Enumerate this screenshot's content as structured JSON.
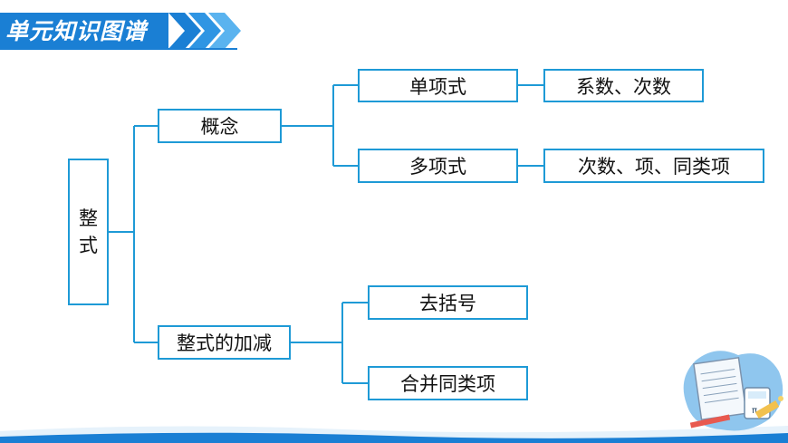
{
  "header": {
    "title": "单元知识图谱"
  },
  "diagram": {
    "root": {
      "label": "整式",
      "chars": [
        "整",
        "式"
      ]
    },
    "concept": {
      "label": "概念",
      "monomial": {
        "label": "单项式",
        "detail": "系数、次数"
      },
      "polynomial": {
        "label": "多项式",
        "detail": "次数、项、同类项"
      }
    },
    "add_sub": {
      "label": "整式的加减",
      "remove_brackets": {
        "label": "去括号"
      },
      "combine_like_terms": {
        "label": "合并同类项"
      }
    }
  },
  "colors": {
    "banner": "#1a7fd4",
    "node_border": "#1e9ad6",
    "connector": "#1e9ad6"
  },
  "decoration": {
    "icon": "math-books-illustration"
  }
}
